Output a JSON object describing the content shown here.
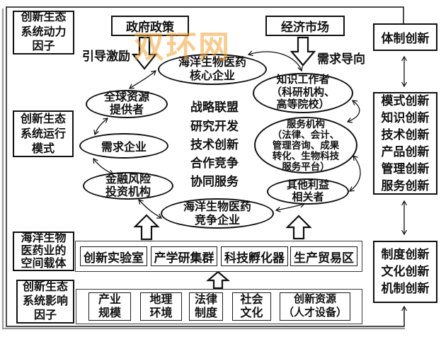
{
  "watermark": "双环网",
  "watermark_color": "#f0a437",
  "side_labels": {
    "dynamics": "创新生态\n系统动力\n因子",
    "operation": "创新生态\n系统运行\n模式",
    "carrier": "海洋生物\n医药业的\n空间载体",
    "influence": "创新生态\n系统影响\n因子"
  },
  "top_boxes": {
    "government": "政府政策",
    "market": "经济市场"
  },
  "right_boxes": {
    "system": "体制创新",
    "innovations": "模式创新\n知识创新\n技术创新\n产品创新\n管理创新\n服务创新",
    "institution": "制度创新\n文化创新\n机制创新"
  },
  "flow_labels": {
    "guide": "引导激励",
    "demand": "需求导向"
  },
  "ellipses": {
    "core": "海洋生物医药\n核心企业",
    "knowledge": "知识工作者\n（科研机构、\n高等院校）",
    "service": "服务机构\n（法律、会计、\n管理咨询、成果\n转化、生物科技\n服务平台）",
    "global_provider": "全球资源\n提供者",
    "demand_firm": "需求企业",
    "finance": "金融风险\n投资机构",
    "stakeholder": "其他利益\n相关者",
    "competitor": "海洋生物医药\n竞争企业"
  },
  "center_activities": "战略联盟\n研究开发\n技术创新\n合作竞争\n协同服务",
  "carriers_row": [
    "创新实验室",
    "产学研集群",
    "科技孵化器",
    "生产贸易区"
  ],
  "factors_row": [
    "产业\n规模",
    "地理\n环境",
    "法律\n制度",
    "社会\n文化",
    "创新资源\n（人才设备）"
  ]
}
